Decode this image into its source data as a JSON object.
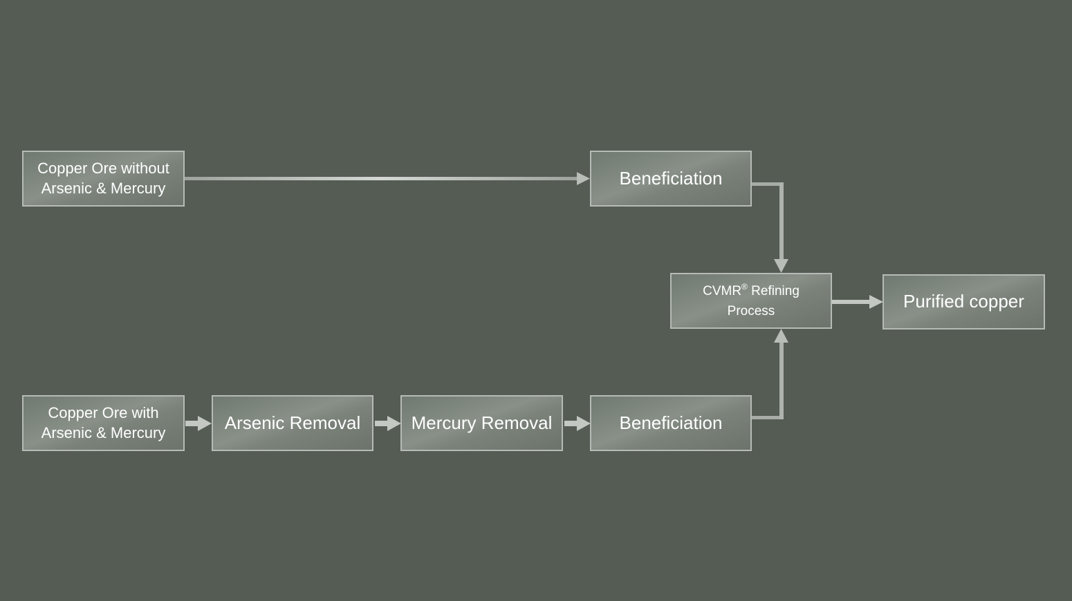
{
  "diagram": {
    "nodes": {
      "ore_without": {
        "line1": "Copper Ore without",
        "line2": "Arsenic & Mercury"
      },
      "benef_top": {
        "label": "Beneficiation"
      },
      "cvmr": {
        "name": "CVMR",
        "mark": "®",
        "rest": " Refining",
        "line2": "Process"
      },
      "purified": {
        "label": "Purified copper"
      },
      "ore_with": {
        "line1": "Copper Ore with",
        "line2": "Arsenic & Mercury"
      },
      "arsenic": {
        "label": "Arsenic Removal"
      },
      "mercury": {
        "label": "Mercury Removal"
      },
      "benef_bottom": {
        "label": "Beneficiation"
      }
    },
    "edges": [
      {
        "from": "ore_without",
        "to": "benef_top"
      },
      {
        "from": "benef_top",
        "to": "cvmr"
      },
      {
        "from": "cvmr",
        "to": "purified"
      },
      {
        "from": "ore_with",
        "to": "arsenic"
      },
      {
        "from": "arsenic",
        "to": "mercury"
      },
      {
        "from": "mercury",
        "to": "benef_bottom"
      },
      {
        "from": "benef_bottom",
        "to": "cvmr"
      }
    ],
    "colors": {
      "background": "#545c54",
      "box_border": "#b7bbb6",
      "arrow": "#c4c8c3",
      "text": "#ffffff"
    }
  }
}
